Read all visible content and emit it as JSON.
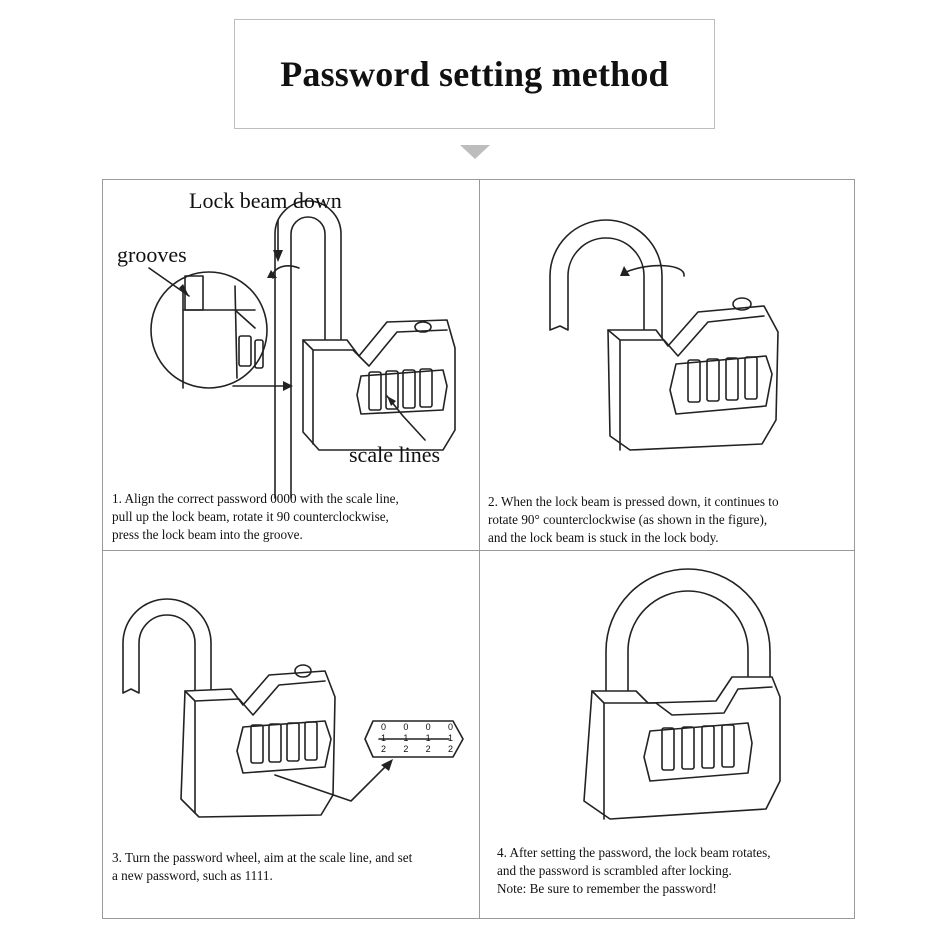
{
  "title": "Password setting method",
  "steps": [
    {
      "lines": [
        "1. Align the correct password 0000 with the scale line,",
        "pull up the lock beam, rotate it 90 counterclockwise,",
        " press the lock beam into the groove."
      ],
      "labels": {
        "beam": "Lock beam down",
        "grooves": "grooves",
        "scale": "scale lines"
      }
    },
    {
      "lines": [
        "2. When the lock beam is pressed down, it continues to",
        "rotate 90° counterclockwise (as shown in the figure),",
        "and the lock beam is stuck in the lock body."
      ]
    },
    {
      "lines": [
        "3. Turn the password wheel, aim at the scale line, and set",
        " a new password, such as 1111."
      ],
      "wheel_digits": {
        "row1": [
          "0",
          "0",
          "0",
          "0"
        ],
        "row2": [
          "1",
          "1",
          "1",
          "1"
        ],
        "row3": [
          "2",
          "2",
          "2",
          "2"
        ]
      }
    },
    {
      "lines": [
        "4. After setting the password, the lock beam rotates,",
        "and the password is scrambled after locking.",
        "Note: Be sure to remember the password!"
      ]
    }
  ]
}
